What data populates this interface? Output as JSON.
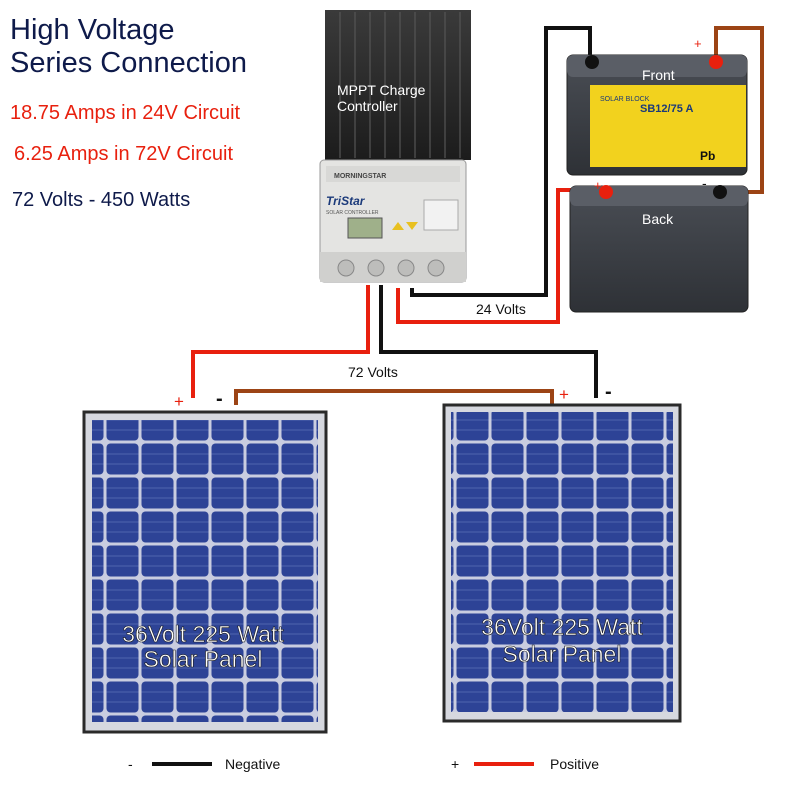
{
  "title": {
    "line1": "High Voltage",
    "line2": "Series Connection"
  },
  "notes": {
    "amps_24v": "18.75 Amps in 24V Circuit",
    "amps_72v": "6.25 Amps in 72V Circuit",
    "volts_watts": "72 Volts - 450 Watts"
  },
  "controller": {
    "label_line1": "MPPT Charge",
    "label_line2": "Controller",
    "brand": "MORNINGSTAR",
    "model": "TriStar",
    "subtitle": "SOLAR CONTROLLER"
  },
  "batteries": {
    "front": {
      "label": "Front",
      "neg": "-",
      "pos": "+",
      "brand_text": "SOLAR BLOCK",
      "model_text": "SB12/75 A",
      "chem": "Pb"
    },
    "back": {
      "label": "Back",
      "neg": "-",
      "pos": "+"
    }
  },
  "wires": {
    "battery_voltage": "24 Volts",
    "panel_voltage": "72 Volts"
  },
  "panels": [
    {
      "line1": "36Volt 225 Watt",
      "line2": "Solar Panel",
      "pos": "+",
      "neg": "-"
    },
    {
      "line1": "36Volt 225 Watt",
      "line2": "Solar Panel",
      "pos": "+",
      "neg": "-"
    }
  ],
  "legend": {
    "negative": {
      "symbol": "-",
      "label": "Negative"
    },
    "positive": {
      "symbol": "+",
      "label": "Positive"
    }
  },
  "colors": {
    "negative_wire": "#111111",
    "positive_wire": "#e8200e",
    "series_wire": "#9c4415",
    "panel_cell": "#2a3f8f"
  }
}
